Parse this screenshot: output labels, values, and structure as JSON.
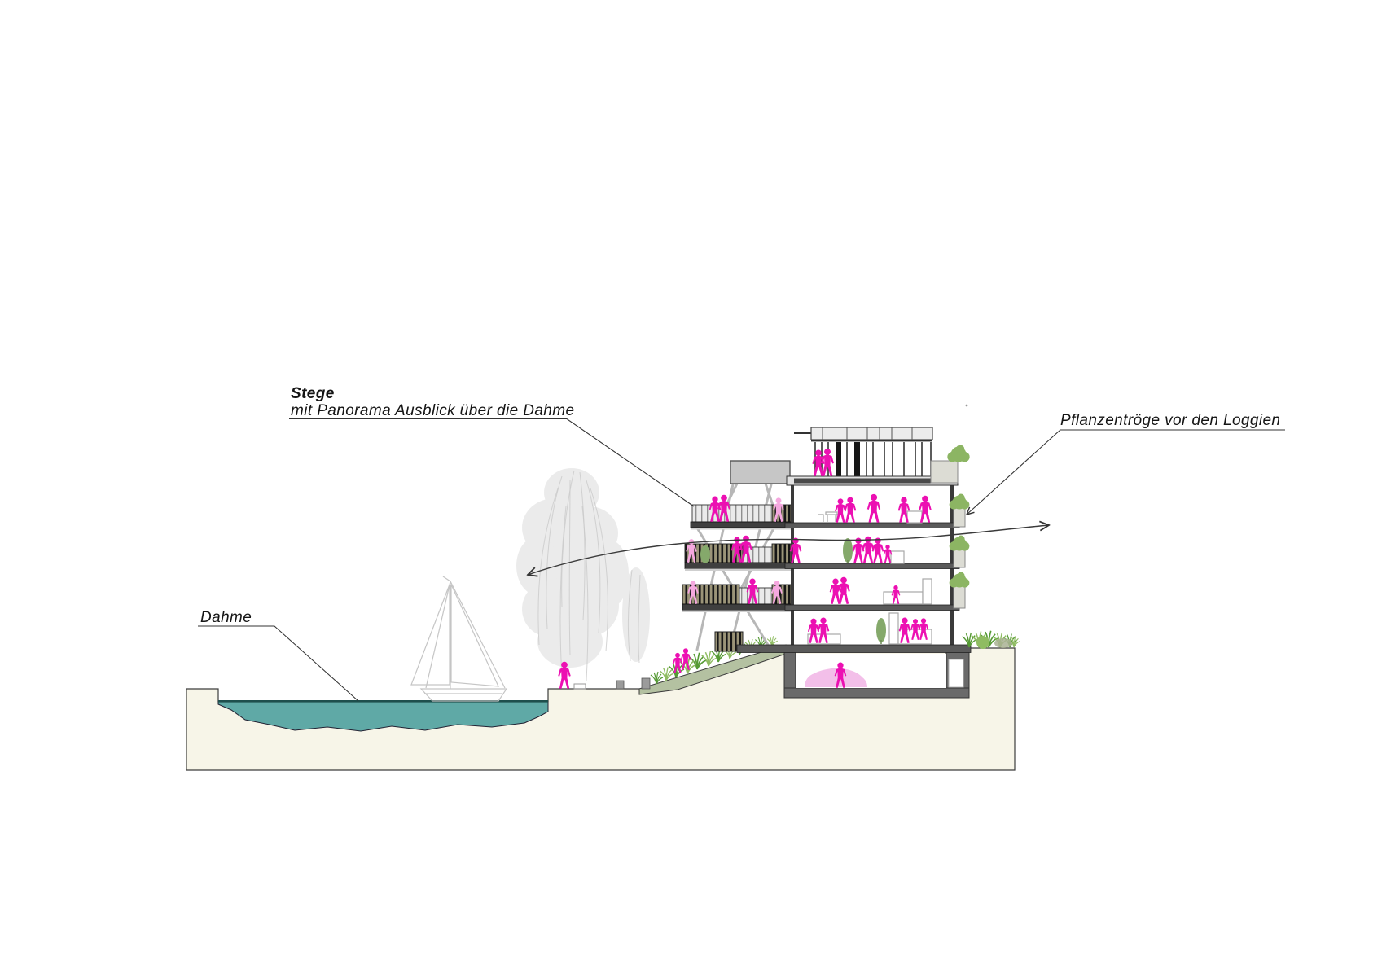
{
  "callouts": {
    "stege": {
      "title": "Stege",
      "subtitle": "mit Panorama Ausblick über die Dahme"
    },
    "planters": {
      "label": "Pflanzentröge vor den Loggien"
    },
    "river": {
      "label": "Dahme"
    }
  },
  "colors": {
    "people": "#ec10b2",
    "people_faded": "#f5a8df",
    "car": "#f3bfe9",
    "water": "#5fa9a6",
    "water_edge": "#1e4f4d",
    "ground": "#f7f5e8",
    "ramp_green": "#b4c1a1",
    "bush_green": "#8cb563",
    "grass_green": "#569a35",
    "grass_light": "#8fbc62",
    "tree_sketch": "#d8d8d8",
    "slab_gray": "#5a5a5a",
    "line": "#333333"
  }
}
